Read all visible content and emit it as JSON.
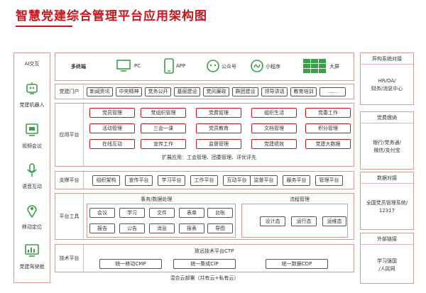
{
  "title": "智慧党建综合管理平台应用架构图",
  "left": {
    "head": "AI交互",
    "items": [
      {
        "label": "党建机器人",
        "icon": "robot-icon"
      },
      {
        "label": "视频会议",
        "icon": "video-icon"
      },
      {
        "label": "语音互动",
        "icon": "microphone-icon"
      },
      {
        "label": "移动定位",
        "icon": "location-icon"
      },
      {
        "label": "党建驾驶舱",
        "icon": "monitor-icon"
      }
    ]
  },
  "terminals": {
    "label": "多终端",
    "items": [
      {
        "label": "PC",
        "icon": "pc-icon"
      },
      {
        "label": "APP",
        "icon": "phone-icon"
      },
      {
        "label": "公众号",
        "icon": "wechat-icon"
      },
      {
        "label": "小程序",
        "icon": "miniprogram-icon"
      },
      {
        "label": "大屏",
        "icon": "bigscreen-icon"
      }
    ]
  },
  "portal": {
    "label": "党建门户",
    "items": [
      "新闻资讯",
      "中央精神",
      "党务公开",
      "基层建设",
      "党风廉政",
      "群团建设",
      "领导讲话",
      "教育培训",
      "......"
    ]
  },
  "apps": {
    "label": "应用平台",
    "grid": [
      [
        "党员管理",
        "党组织管理",
        "党费管理",
        "组织生活",
        "党委工作"
      ],
      [
        "活动管理",
        "三会一课",
        "党员教育",
        "文档管理",
        "积分管理"
      ],
      [
        "在线互动",
        "宣传工作",
        "监督管理",
        "党建绩效",
        "党建大数据"
      ]
    ],
    "extend": "扩展应用：工会管理、团委管理、评优评先"
  },
  "support": {
    "label": "支撑平台",
    "items": [
      "组织架构",
      "宣传平台",
      "学习平台",
      "工作平台",
      "互动平台",
      "监督平台",
      "服务平台",
      "管理平台"
    ]
  },
  "tools": {
    "label": "平台工具",
    "group1_title": "事务/数据处理",
    "group1_row1": [
      "会议",
      "学习",
      "文件",
      "表单",
      "台账"
    ],
    "group1_row2": [
      "报告",
      "公告",
      "消息",
      "报表",
      "导图"
    ],
    "group2_title": "流程管理",
    "group2": [
      "设计态",
      "运行态",
      "运维态"
    ]
  },
  "tech": {
    "label": "技术平台",
    "title": "致远技术平台CTP",
    "items": [
      "统一移动CMP",
      "统一集成CIP",
      "统一数据CDP"
    ]
  },
  "bottom": "混合云部署（共有云+私有云）",
  "right": [
    {
      "head": "异构系统对接",
      "body": [
        "HR/OA/",
        "财务/消息中心"
      ]
    },
    {
      "head": "党费缴纳",
      "body": [
        "银行/党务通/",
        "微信/支付宝"
      ]
    },
    {
      "head": "数据对接",
      "body": [
        "全国党员管理系统/",
        "12317"
      ]
    },
    {
      "head": "外部链接",
      "body": [
        "学习强国",
        "/人民网"
      ]
    }
  ]
}
